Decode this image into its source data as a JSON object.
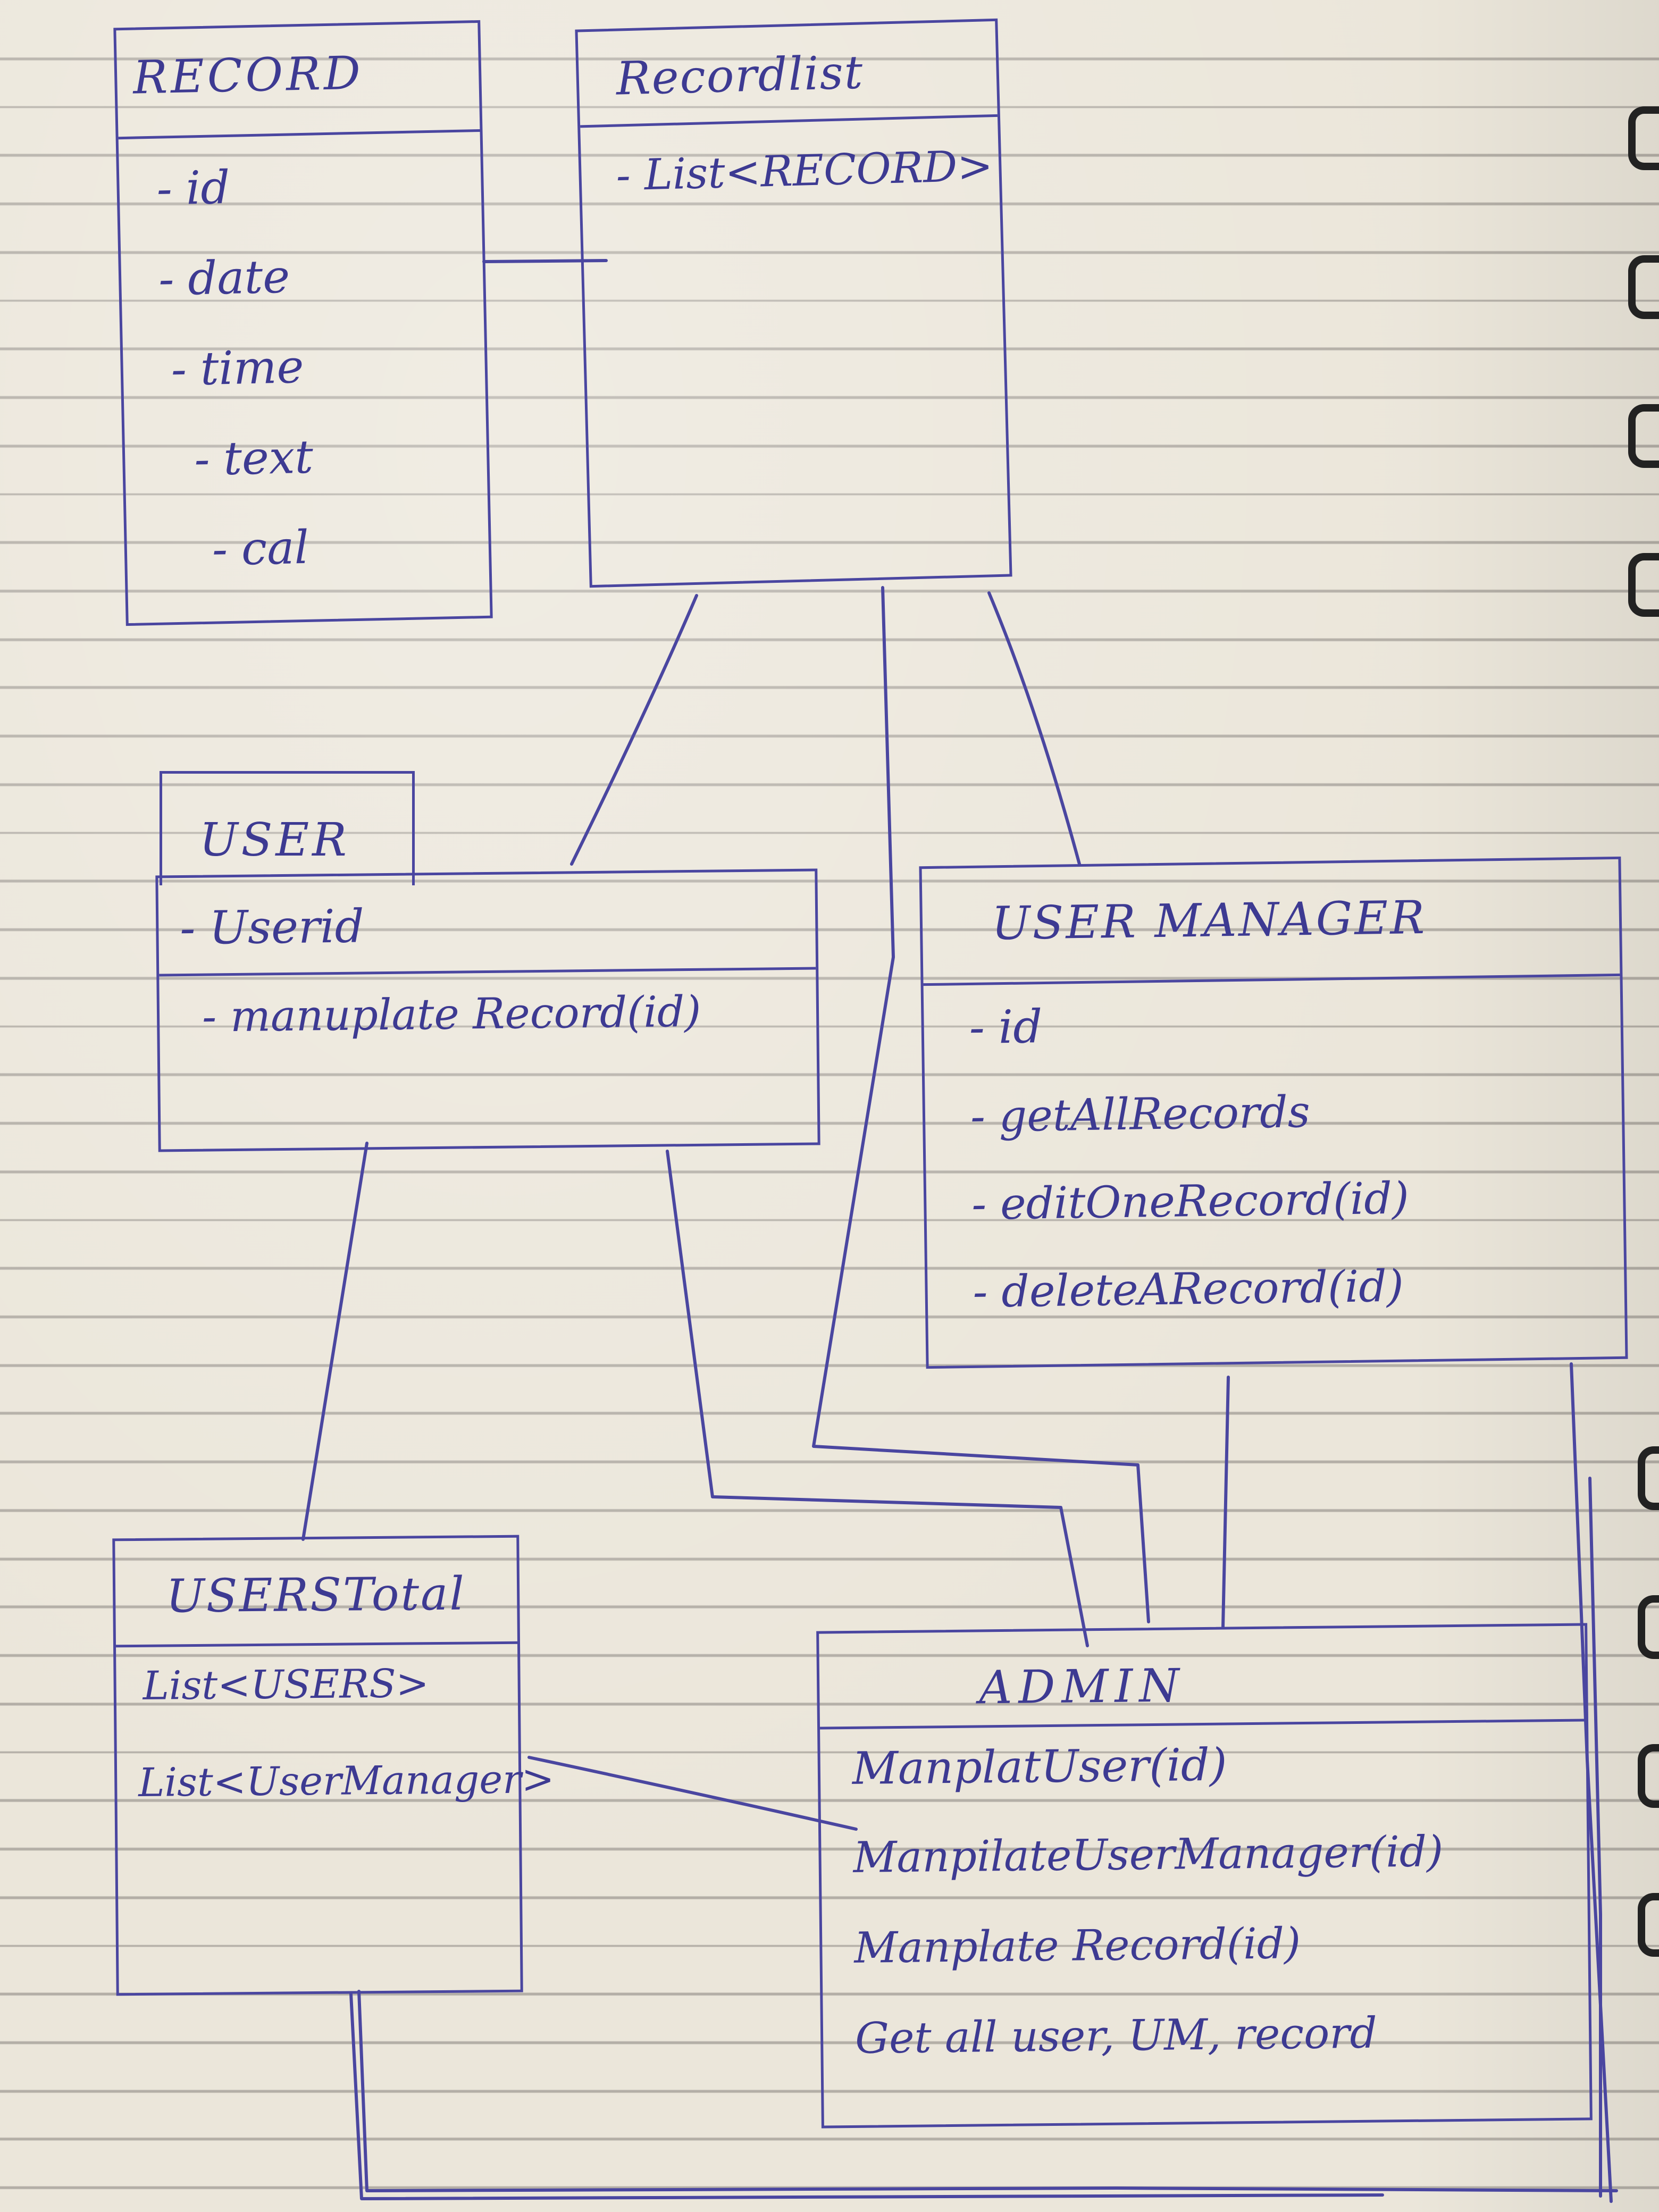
{
  "classes": {
    "record": {
      "name": "RECORD",
      "attributes": [
        "id",
        "date",
        "time",
        "text",
        "cal"
      ]
    },
    "recordlist": {
      "name": "Recordlist",
      "attributes": [
        "List<RECORD>"
      ]
    },
    "user": {
      "name": "USER",
      "attributes": [
        "Userid",
        "manuplate Record(id)"
      ]
    },
    "user_manager": {
      "name": "USER MANAGER",
      "attributes": [
        "id",
        "getAllRecords",
        "editOneRecord(id)",
        "deleteARecord(id)"
      ]
    },
    "users_total": {
      "name": "USERSTotal",
      "attributes": [
        "List<USERS>",
        "List<UserManager>"
      ]
    },
    "admin": {
      "name": "ADMIN",
      "methods": [
        "ManplatUser(id)",
        "ManpilateUserManager(id)",
        "Manplate Record(id)",
        "Get all user, UM, record"
      ]
    }
  },
  "colors": {
    "ink": "#3d3a92",
    "paper": "#ebe6da",
    "rule_line": "#b3aea6"
  }
}
